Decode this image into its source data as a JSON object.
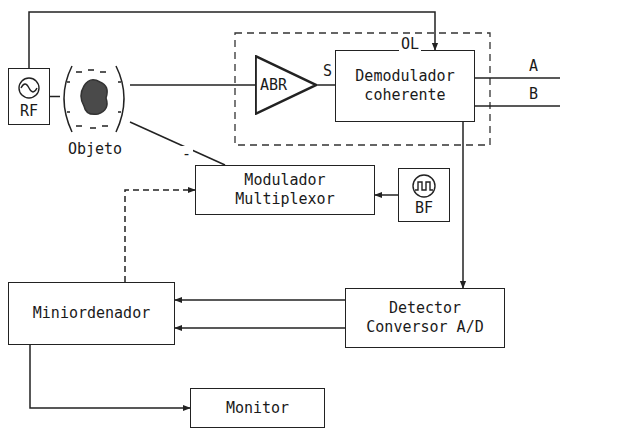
{
  "diagram": {
    "nodes": [
      {
        "text": [
          "RF"
        ]
      },
      {
        "text": [
          "Objeto"
        ]
      },
      {
        "text": [
          "ABR"
        ]
      },
      {
        "text": [
          "Demodulador coherente"
        ]
      },
      {
        "text": [
          "Modulador Multiplexor"
        ]
      },
      {
        "text": [
          "BF"
        ]
      },
      {
        "text": [
          "Miniordenador"
        ]
      },
      {
        "text": [
          "Detector Conversor A/D"
        ]
      },
      {
        "text": [
          "Monitor"
        ]
      }
    ],
    "edges": [
      {
        "from": 0,
        "to": 1,
        "arrow": "none"
      },
      {
        "from": 1,
        "to": 2,
        "arrow": "none"
      },
      {
        "from": 2,
        "to": 3,
        "label": "S",
        "arrow": "none"
      },
      {
        "from": 0,
        "to": 3,
        "label": "OL",
        "arrow": "to"
      },
      {
        "from": 3,
        "to": 7,
        "arrow": "to"
      },
      {
        "from": 4,
        "to": 1,
        "arrow": "none"
      },
      {
        "from": 5,
        "to": 4,
        "arrow": "to"
      },
      {
        "from": 7,
        "to": 6,
        "arrow": "to"
      },
      {
        "from": 7,
        "to": 6,
        "arrow": "to"
      },
      {
        "from": 6,
        "to": 4,
        "arrow": "to"
      },
      {
        "from": 6,
        "to": 8,
        "arrow": "to"
      }
    ],
    "labels": [
      "A",
      "B",
      "-"
    ]
  }
}
